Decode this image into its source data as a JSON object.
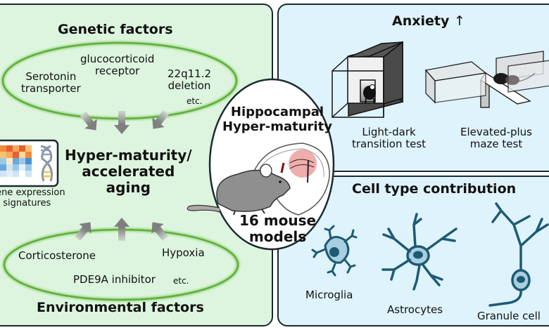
{
  "colors": {
    "genetic_panel_bg": "#ddf5df",
    "anxiety_panel_bg": "#def3fb",
    "border": "#1b2a30",
    "ellipse_green": "#6ab84a",
    "cell_blue": "#1e5a73",
    "cell_fill": "#a8cfe0",
    "hippocampus_red": "#e88a8a"
  },
  "left": {
    "genetic": {
      "title": "Genetic factors",
      "items": [
        {
          "line1": "glucocorticoid",
          "line2": "receptor"
        },
        {
          "line1": "Serotonin",
          "line2": "transporter"
        },
        {
          "line1": "22q11.2",
          "line2": "deletion"
        }
      ],
      "etc": "etc."
    },
    "center_text": {
      "line1": "Hyper-maturity/",
      "line2": "accelerated",
      "line3": "aging"
    },
    "gene_expression": {
      "line1": "Gene expression",
      "line2": "signatures"
    },
    "environmental": {
      "title": "Environmental factors",
      "items": [
        "Corticosterone",
        "Hypoxia",
        "PDE9A inhibitor"
      ],
      "etc": "etc."
    }
  },
  "center": {
    "title_line1": "Hippocampal",
    "title_line2": "Hyper-maturity",
    "models_line1": "16 mouse",
    "models_line2": "models"
  },
  "anxiety": {
    "title": "Anxiety",
    "arrow": "↑",
    "tests": [
      {
        "line1": "Light-dark",
        "line2": "transition test"
      },
      {
        "line1": "Elevated-plus",
        "line2": "maze test"
      }
    ]
  },
  "cells": {
    "title": "Cell type contribution",
    "types": [
      "Microglia",
      "Astrocytes",
      "Granule cell"
    ]
  }
}
